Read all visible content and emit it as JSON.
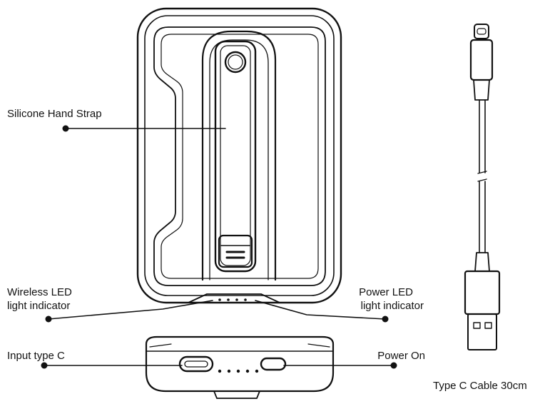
{
  "labels": {
    "hand_strap": "Silicone Hand Strap",
    "wireless_led_line1": "Wireless LED",
    "wireless_led_line2": "light indicator",
    "power_led_line1": "Power LED",
    "power_led_line2": "light indicator",
    "input_type_c": "Input type C",
    "power_on": "Power On",
    "cable": "Type C Cable 30cm"
  },
  "colors": {
    "line": "#111111",
    "background": "#ffffff"
  }
}
